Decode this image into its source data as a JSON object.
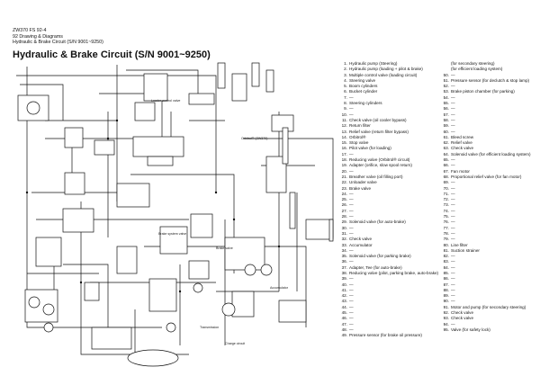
{
  "header": {
    "model": "ZW370 FS 92-4",
    "section": "92 Drawing & Diagrams",
    "subtitle": "Hydraulic & Brake Circuit (S/N 9001~9250)"
  },
  "title": "Hydraulic & Brake Circuit (S/N 9001~9250)",
  "diagram_notes": {
    "a": "Orbitrol® (ZW370)",
    "b": "Loader control valve",
    "c": "Brake system valve",
    "d": "Brake valve",
    "e": "Transmission",
    "f": "Accumulator",
    "g": "Charge circuit"
  },
  "legend": {
    "col1": [
      {
        "n": "1.",
        "t": "Hydraulic pump (Steering)"
      },
      {
        "n": "2.",
        "t": "Hydraulic pump (loading + pilot & brake)"
      },
      {
        "n": "3.",
        "t": "Multiple control valve (loading circuit)"
      },
      {
        "n": "4.",
        "t": "Steering valve"
      },
      {
        "n": "5.",
        "t": "Boom cylinders"
      },
      {
        "n": "6.",
        "t": "Bucket cylinder"
      },
      {
        "n": "7.",
        "t": "—"
      },
      {
        "n": "8.",
        "t": "Steering cylinders"
      },
      {
        "n": "9.",
        "t": "—"
      },
      {
        "n": "10.",
        "t": "—"
      },
      {
        "n": "11.",
        "t": "Check valve (oil cooler bypass)"
      },
      {
        "n": "12.",
        "t": "Return filter"
      },
      {
        "n": "13.",
        "t": "Relief valve (return filter bypass)"
      },
      {
        "n": "14.",
        "t": "Orbitrol®"
      },
      {
        "n": "15.",
        "t": "Stop valve"
      },
      {
        "n": "16.",
        "t": "Pilot valve (for loading)"
      },
      {
        "n": "17.",
        "t": "—"
      },
      {
        "n": "18.",
        "t": "Reducing valve (Orbitrol® circuit)"
      },
      {
        "n": "19.",
        "t": "Adapter (orifice, slow spool return)"
      },
      {
        "n": "20.",
        "t": "—"
      },
      {
        "n": "21.",
        "t": "Breather valve (oil filling port)"
      },
      {
        "n": "22.",
        "t": "Unloader valve"
      },
      {
        "n": "23.",
        "t": "Brake valve"
      },
      {
        "n": "24.",
        "t": "—"
      },
      {
        "n": "25.",
        "t": "—"
      },
      {
        "n": "26.",
        "t": "—"
      },
      {
        "n": "27.",
        "t": "—"
      },
      {
        "n": "28.",
        "t": "—"
      },
      {
        "n": "29.",
        "t": "Solenoid valve (for auto-brake)"
      },
      {
        "n": "30.",
        "t": "—"
      },
      {
        "n": "31.",
        "t": "—"
      },
      {
        "n": "32.",
        "t": "Check valve"
      },
      {
        "n": "33.",
        "t": "Accumulator"
      },
      {
        "n": "34.",
        "t": "—"
      },
      {
        "n": "35.",
        "t": "Solenoid valve (for parking brake)"
      },
      {
        "n": "36.",
        "t": "—"
      },
      {
        "n": "37.",
        "t": "Adapter, Tee (for auto-brake)"
      },
      {
        "n": "38.",
        "t": "Reducing valve (pilot, parking brake, auto-brake)"
      },
      {
        "n": "39.",
        "t": "—"
      },
      {
        "n": "40.",
        "t": "—"
      },
      {
        "n": "41.",
        "t": "—"
      },
      {
        "n": "42.",
        "t": "—"
      },
      {
        "n": "43.",
        "t": "—"
      },
      {
        "n": "44.",
        "t": "—"
      },
      {
        "n": "45.",
        "t": "—"
      },
      {
        "n": "46.",
        "t": "—"
      },
      {
        "n": "47.",
        "t": "—"
      },
      {
        "n": "48.",
        "t": "—"
      },
      {
        "n": "49.",
        "t": "Pressure sensor (for brake oil pressure)"
      }
    ],
    "col2": [
      {
        "n": "",
        "t": "(for secondary steering)"
      },
      {
        "n": "",
        "t": "(for efficient loading system)"
      },
      {
        "n": "50.",
        "t": "—"
      },
      {
        "n": "51.",
        "t": "Pressure sensor (for declutch & stop lamp)"
      },
      {
        "n": "52.",
        "t": "—"
      },
      {
        "n": "53.",
        "t": "Brake piston chamber (for parking)"
      },
      {
        "n": "54.",
        "t": "—"
      },
      {
        "n": "55.",
        "t": "—"
      },
      {
        "n": "56.",
        "t": "—"
      },
      {
        "n": "57.",
        "t": "—"
      },
      {
        "n": "58.",
        "t": "—"
      },
      {
        "n": "59.",
        "t": "—"
      },
      {
        "n": "60.",
        "t": "—"
      },
      {
        "n": "61.",
        "t": "Bleed screw"
      },
      {
        "n": "62.",
        "t": "Relief valve"
      },
      {
        "n": "63.",
        "t": "Check valve"
      },
      {
        "n": "64.",
        "t": "Solenoid valve (for efficient loading system)"
      },
      {
        "n": "65.",
        "t": "—"
      },
      {
        "n": "66.",
        "t": "—"
      },
      {
        "n": "67.",
        "t": "Fan motor"
      },
      {
        "n": "68.",
        "t": "Proportional relief valve (for fan motor)"
      },
      {
        "n": "69.",
        "t": "—"
      },
      {
        "n": "70.",
        "t": "—"
      },
      {
        "n": "71.",
        "t": "—"
      },
      {
        "n": "72.",
        "t": "—"
      },
      {
        "n": "73.",
        "t": "—"
      },
      {
        "n": "74.",
        "t": "—"
      },
      {
        "n": "75.",
        "t": "—"
      },
      {
        "n": "76.",
        "t": "—"
      },
      {
        "n": "77.",
        "t": "—"
      },
      {
        "n": "78.",
        "t": "—"
      },
      {
        "n": "79.",
        "t": "—"
      },
      {
        "n": "80.",
        "t": "Line filter"
      },
      {
        "n": "81.",
        "t": "Suction strainer"
      },
      {
        "n": "82.",
        "t": "—"
      },
      {
        "n": "83.",
        "t": "—"
      },
      {
        "n": "84.",
        "t": "—"
      },
      {
        "n": "85.",
        "t": "—"
      },
      {
        "n": "86.",
        "t": "—"
      },
      {
        "n": "87.",
        "t": "—"
      },
      {
        "n": "88.",
        "t": "—"
      },
      {
        "n": "89.",
        "t": "—"
      },
      {
        "n": "90.",
        "t": "—"
      },
      {
        "n": "91.",
        "t": "Motor and pump (for secondary steering)"
      },
      {
        "n": "92.",
        "t": "Check valve"
      },
      {
        "n": "93.",
        "t": "Check valve"
      },
      {
        "n": "94.",
        "t": "—"
      },
      {
        "n": "95.",
        "t": "Valve (for safety lock)"
      }
    ]
  }
}
